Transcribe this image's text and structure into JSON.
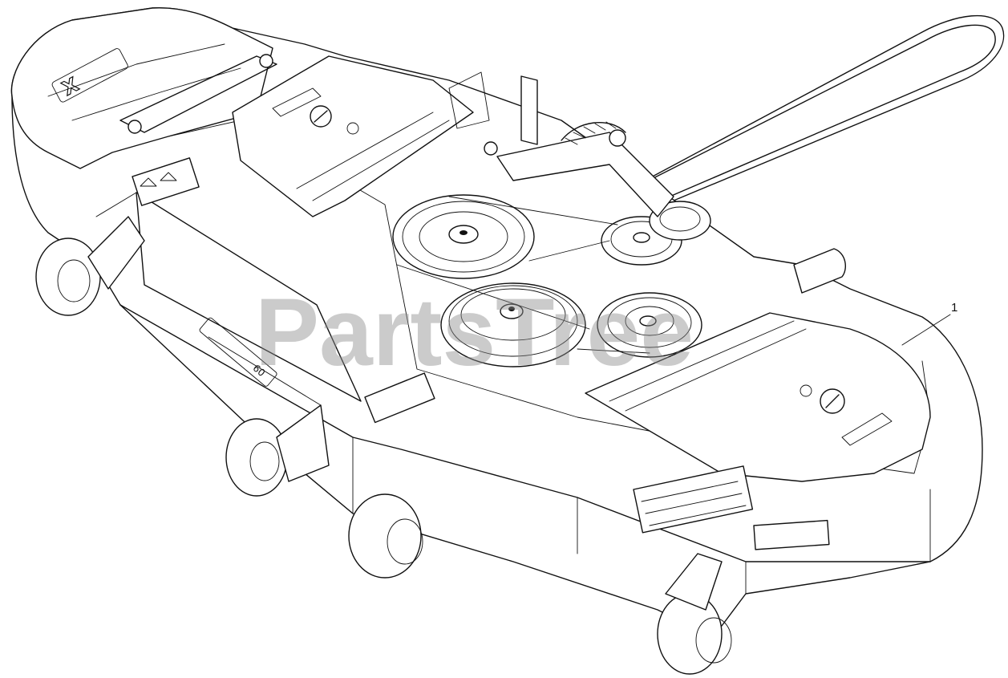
{
  "diagram": {
    "brand_text": "X",
    "watermark": "PartsTree",
    "deck_size": "60",
    "callouts": [
      {
        "label": "1"
      }
    ]
  }
}
